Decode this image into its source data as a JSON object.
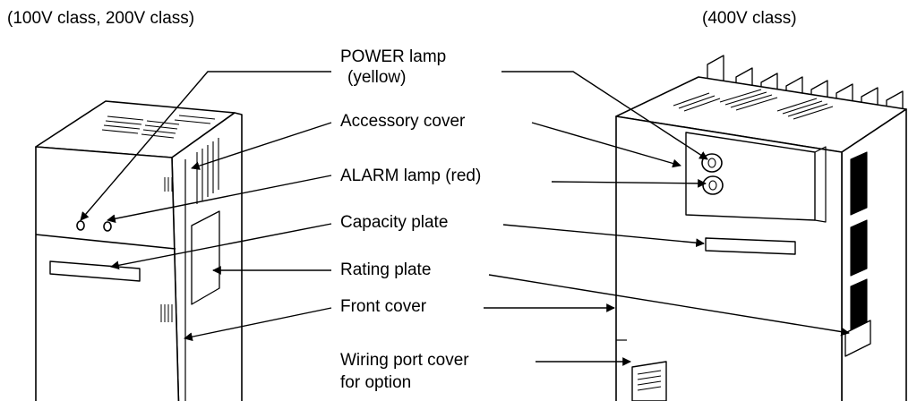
{
  "headers": {
    "left": "(100V class, 200V class)",
    "right": "(400V class)"
  },
  "labels": {
    "power_lamp_line1": "POWER lamp",
    "power_lamp_line2": "(yellow)",
    "accessory_cover": "Accessory cover",
    "alarm_lamp": "ALARM lamp (red)",
    "capacity_plate": "Capacity plate",
    "rating_plate": "Rating plate",
    "front_cover": "Front cover",
    "wiring_port_line1": "Wiring port cover",
    "wiring_port_line2": "for option"
  }
}
